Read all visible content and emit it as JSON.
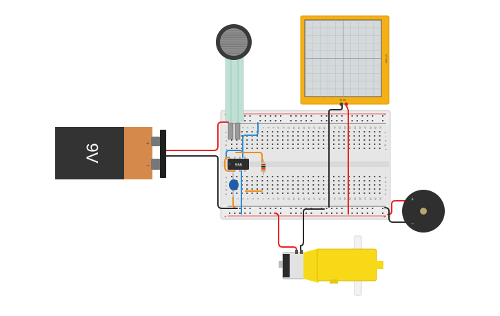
{
  "battery": {
    "voltage_label": "9V",
    "plus_label": "+",
    "minus_label": "−",
    "body_color": "#333333",
    "cap_color": "#d58a4c"
  },
  "ic": {
    "label": "555"
  },
  "oscilloscope": {
    "frame_color": "#f5b015",
    "screen_color": "#d4d9db",
    "side_label": "10 V/div",
    "bottom_label": "10 ms"
  },
  "buzzer": {
    "plus_label": "+",
    "minus_label": "−"
  },
  "breadboard": {
    "column_numbers": [
      "1",
      "2",
      "3",
      "4",
      "5",
      "6",
      "7",
      "8",
      "9",
      "10",
      "11",
      "12",
      "13",
      "14",
      "15",
      "16",
      "17",
      "18",
      "19",
      "20",
      "21",
      "22",
      "23",
      "24",
      "25",
      "26",
      "27",
      "28",
      "29",
      "30"
    ],
    "row_letters_top": [
      "j",
      "i",
      "h",
      "g",
      "f"
    ],
    "row_letters_bottom": [
      "e",
      "d",
      "c",
      "b",
      "a"
    ],
    "rail_plus": "+",
    "rail_minus": "−"
  },
  "colors": {
    "wire_red": "#e8231f",
    "wire_black": "#2b2b2b",
    "wire_blue": "#2a8bd4",
    "wire_orange": "#f08c16",
    "motor_yellow": "#f7d917"
  }
}
